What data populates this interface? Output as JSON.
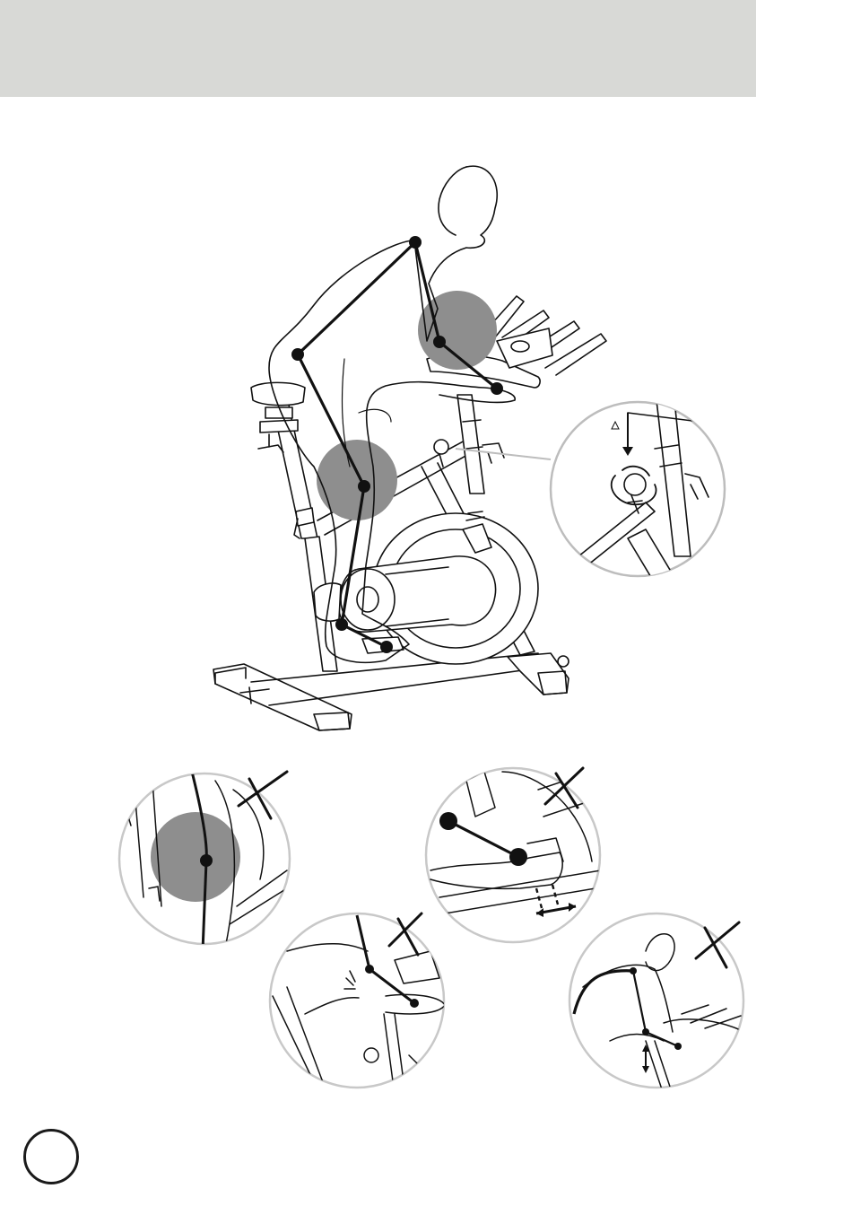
{
  "header": {
    "title": ""
  },
  "page": {
    "number": ""
  },
  "colors": {
    "header_band": "#d8d9d6",
    "line": "#111111",
    "shade": "#9a9a9a",
    "callout_ring": "#bdbdbd"
  },
  "illustration": {
    "main": "person-on-spin-bike-correct-posture",
    "detail_callout": "seat-height-adjustment-knob-detail",
    "incorrect_examples": [
      "knee-too-far-forward",
      "foot-position-incorrect",
      "elbows-locked",
      "rounded-back"
    ]
  }
}
